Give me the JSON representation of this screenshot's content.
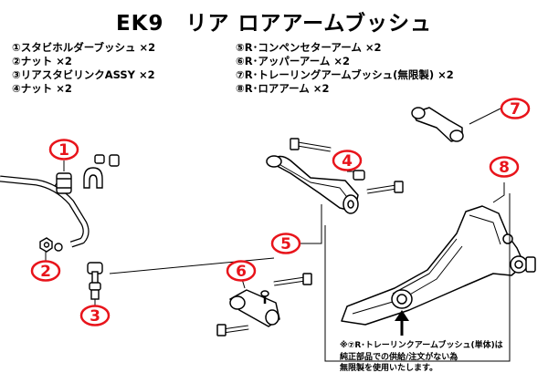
{
  "title": "EK9　リア ロアアームブッシュ",
  "parts_list": [
    "①スタビホルダーブッシュ ×2",
    "②ナット ×2",
    "③リアスタビリンクASSY ×2",
    "④ナット ×2",
    "⑤R･コンペンセターアーム ×2",
    "⑥R･アッパーアーム ×2",
    "⑦R･トレーリングアームブッシュ(無限製) ×2",
    "⑧R･ロアアーム ×2"
  ],
  "callouts": [
    "1",
    "2",
    "3",
    "4",
    "5",
    "6",
    "7",
    "8"
  ],
  "note": [
    "※⑦R･トレーリンクアームブッシュ(単体)は",
    "純正部品での供給/注文がない為",
    "無限製を使用いたします。"
  ],
  "colors": {
    "callout": "#e8141b",
    "ink": "#000000",
    "background": "#ffffff"
  }
}
